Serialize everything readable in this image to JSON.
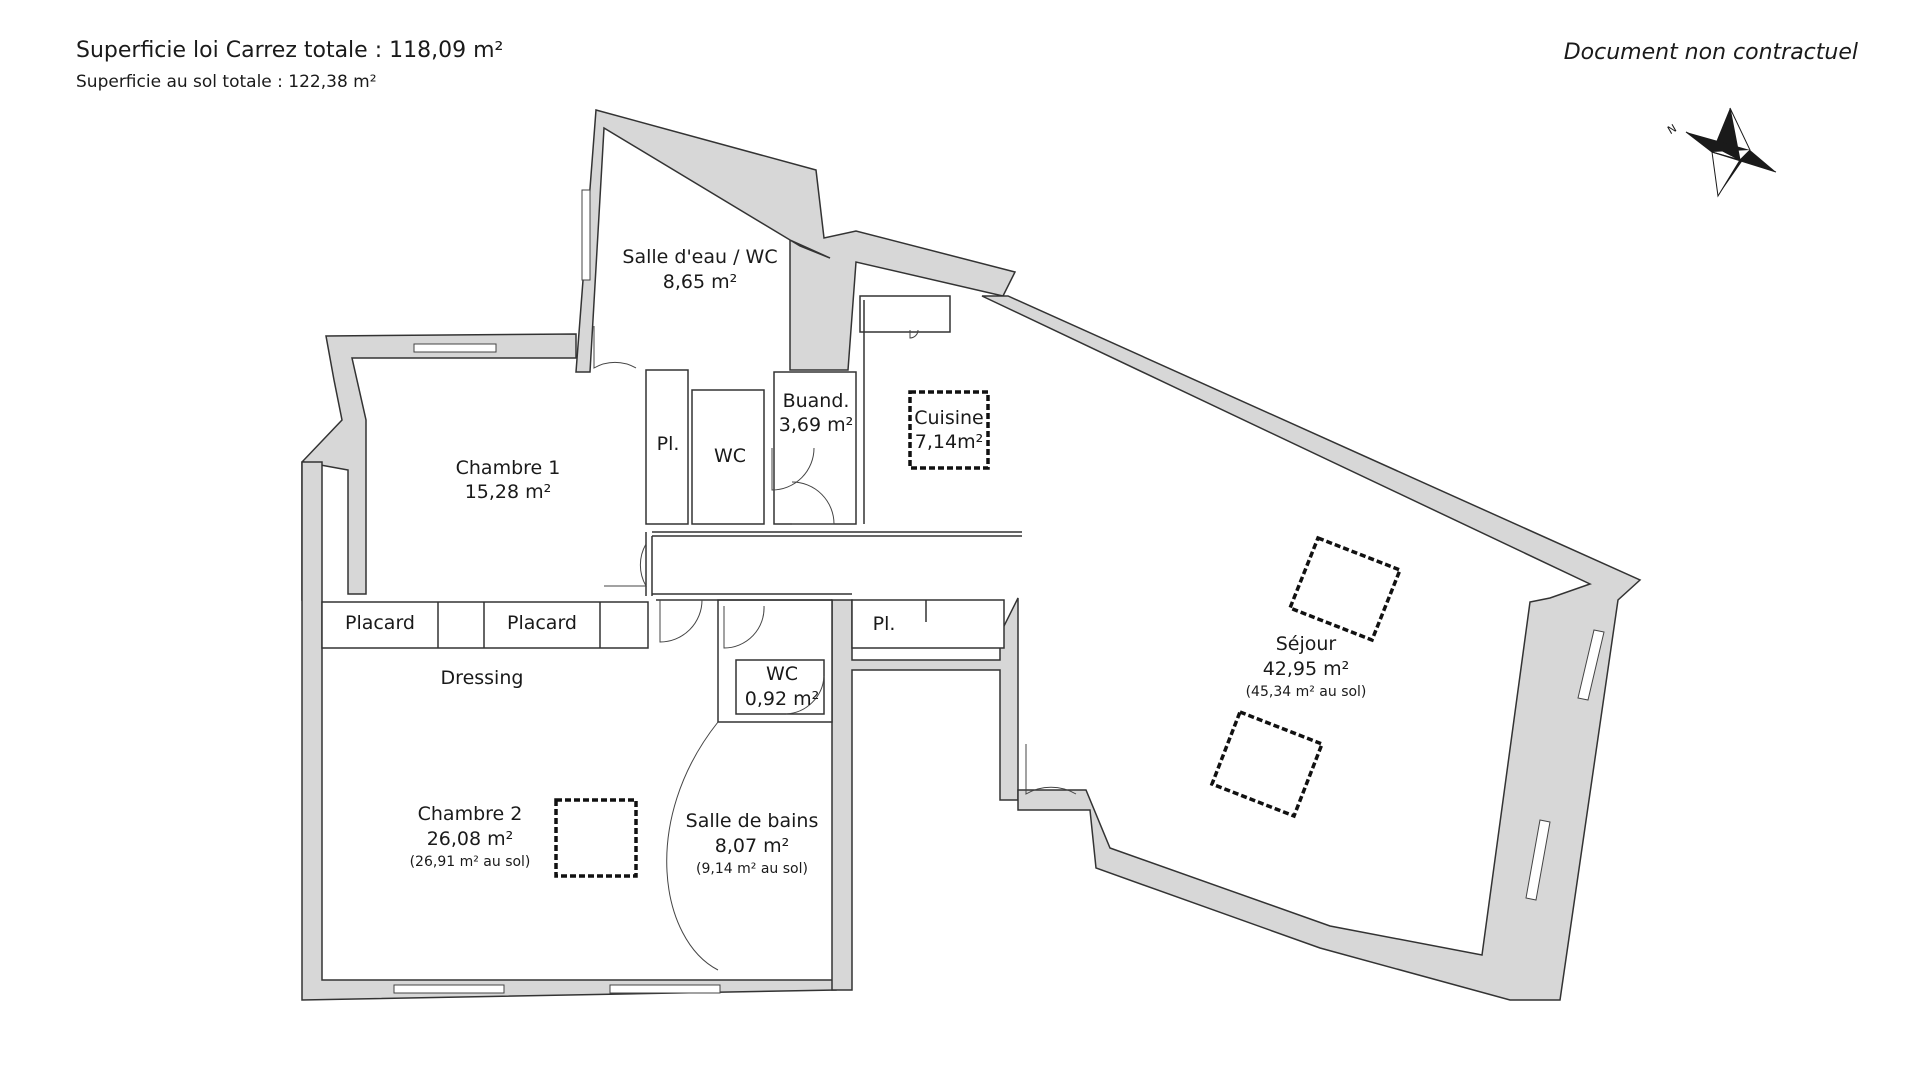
{
  "header": {
    "carrez_total": "Superficie loi Carrez totale : 118,09 m²",
    "floor_total": "Superficie au sol totale : 122,38 m²",
    "disclaimer": "Document non contractuel"
  },
  "compass": {
    "icon": "compass-rose-icon",
    "north_label": "N"
  },
  "rooms": {
    "salle_eau": {
      "name": "Salle d'eau / WC",
      "area": "8,65 m²"
    },
    "chambre1": {
      "name": "Chambre 1",
      "area": "15,28 m²"
    },
    "pl_1": {
      "name": "Pl."
    },
    "wc_1": {
      "name": "WC"
    },
    "buanderie": {
      "name": "Buand.",
      "area": "3,69 m²"
    },
    "cuisine": {
      "name": "Cuisine",
      "area": "7,14m²"
    },
    "placard_1": {
      "name": "Placard"
    },
    "placard_2": {
      "name": "Placard"
    },
    "dressing": {
      "name": "Dressing"
    },
    "pl_2": {
      "name": "Pl."
    },
    "wc_2": {
      "name": "WC",
      "area": "0,92 m²"
    },
    "chambre2": {
      "name": "Chambre 2",
      "area": "26,08 m²",
      "floor_area": "(26,91 m² au sol)"
    },
    "salle_bains": {
      "name": "Salle de bains",
      "area": "8,07 m²",
      "floor_area": "(9,14 m² au sol)"
    },
    "sejour": {
      "name": "Séjour",
      "area": "42,95 m²",
      "floor_area": "(45,34 m² au sol)"
    }
  },
  "colors": {
    "wall_fill": "#d7d7d7",
    "line": "#333333",
    "skylight": "#111111"
  }
}
